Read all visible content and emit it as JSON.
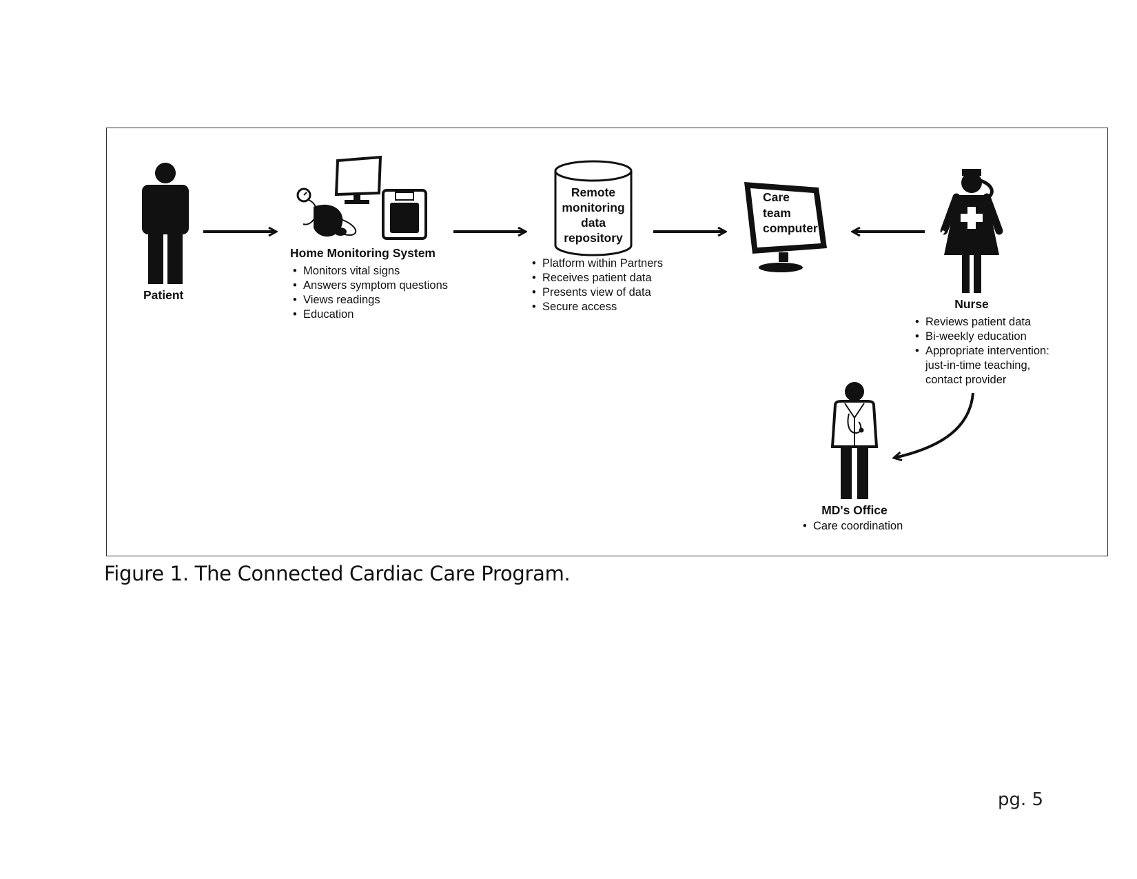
{
  "nodes": {
    "patient": {
      "title": "Patient"
    },
    "home_monitoring": {
      "title": "Home Monitoring System",
      "bullets": [
        "Monitors vital signs",
        "Answers symptom questions",
        "Views readings",
        "Education"
      ]
    },
    "repository": {
      "label_lines": [
        "Remote",
        "monitoring",
        "data",
        "repository"
      ],
      "bullets": [
        "Platform within Partners",
        "Receives patient data",
        "Presents view of data",
        "Secure access"
      ]
    },
    "care_team": {
      "label_lines": [
        "Care",
        "team",
        "computer"
      ]
    },
    "nurse": {
      "title": "Nurse",
      "bullets": [
        "Reviews patient data",
        "Bi-weekly education",
        "Appropriate intervention:"
      ],
      "continuation": [
        "just-in-time teaching,",
        "contact provider"
      ]
    },
    "md_office": {
      "title": "MD's Office",
      "bullets": [
        "Care coordination"
      ]
    }
  },
  "edges": [
    {
      "from": "patient",
      "to": "home_monitoring"
    },
    {
      "from": "home_monitoring",
      "to": "repository"
    },
    {
      "from": "repository",
      "to": "care_team"
    },
    {
      "from": "nurse",
      "to": "care_team"
    },
    {
      "from": "nurse",
      "to": "md_office"
    }
  ],
  "icons": [
    "person-icon",
    "blood-pressure-cuff-icon",
    "monitor-icon",
    "scale-icon",
    "database-cylinder-icon",
    "nurse-icon",
    "doctor-icon"
  ],
  "caption": "Figure 1. The Connected Cardiac Care Program.",
  "page_number": "pg. 5"
}
